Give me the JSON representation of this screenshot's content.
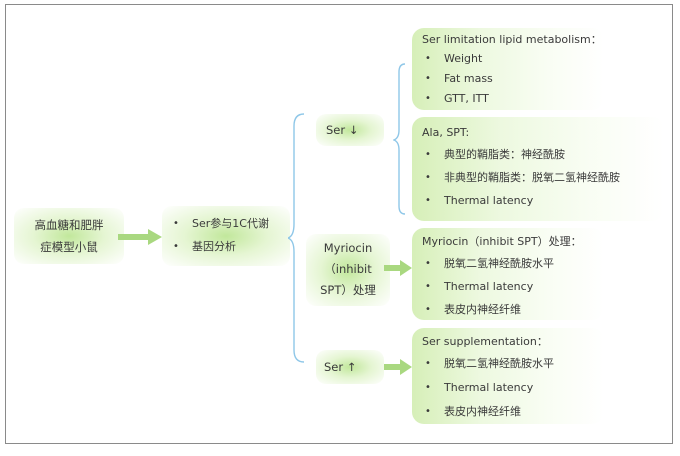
{
  "root": {
    "line1": "高血糖和肥胖",
    "line2": "症模型小鼠"
  },
  "stage2": {
    "items": [
      "Ser参与1C代谢",
      "基因分析"
    ]
  },
  "ser_down": {
    "label": "Ser ↓"
  },
  "myriocin": {
    "lines": [
      "Myriocin",
      "（inhibit",
      "SPT）处理"
    ]
  },
  "ser_up": {
    "label": "Ser ↑"
  },
  "box_limitation": {
    "title": "Ser limitation lipid metabolism：",
    "items": [
      "Weight",
      "Fat mass",
      "GTT, ITT"
    ]
  },
  "box_ala": {
    "title": "Ala, SPT:",
    "items": [
      "典型的鞘脂类：神经酰胺",
      "非典型的鞘脂类：脱氧二氢神经酰胺",
      "Thermal latency"
    ]
  },
  "box_myriocin": {
    "title": "Myriocin（inhibit SPT）处理：",
    "items": [
      "脱氧二氢神经酰胺水平",
      "Thermal latency",
      "表皮内神经纤维"
    ]
  },
  "box_supplement": {
    "title": "Ser supplementation：",
    "items": [
      "脱氧二氢神经酰胺水平",
      "Thermal latency",
      "表皮内神经纤维"
    ]
  },
  "colors": {
    "arrow": "#a9d880",
    "brace": "#8fc7e8",
    "frame": "#8a8a8a"
  }
}
